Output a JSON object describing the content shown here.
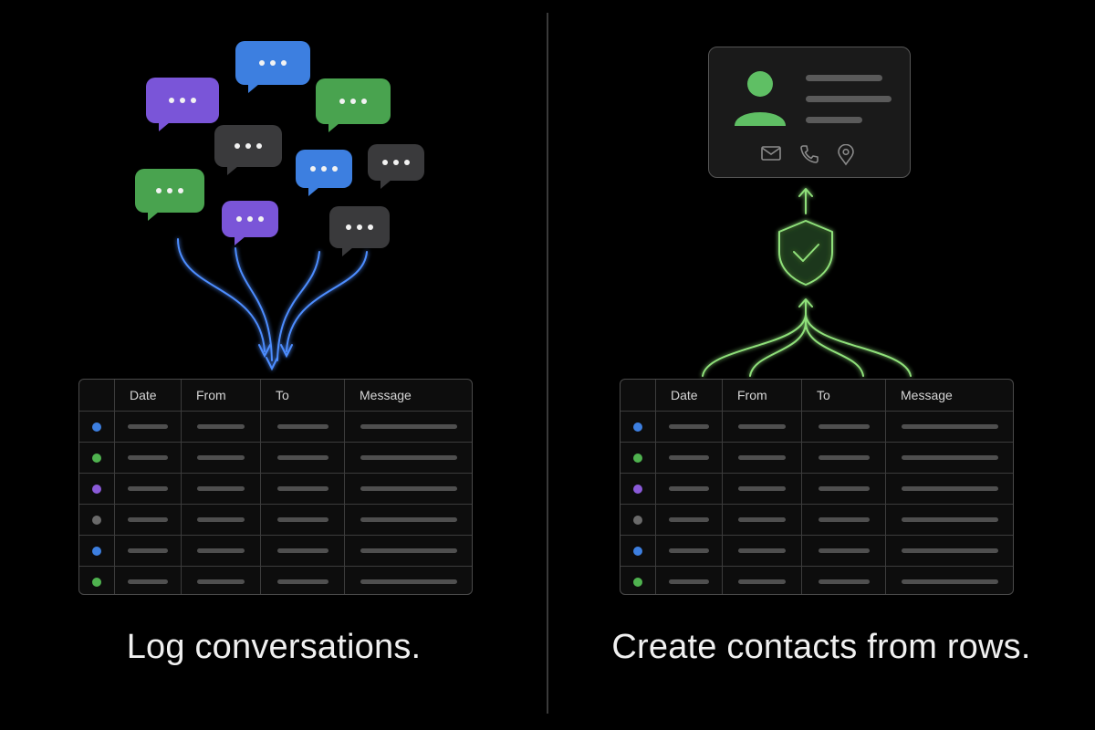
{
  "left_panel": {
    "caption": "Log conversations.",
    "table": {
      "headers": [
        "Date",
        "From",
        "To",
        "Message"
      ],
      "row_dots": [
        "blue",
        "green",
        "purple",
        "gray",
        "blue",
        "green"
      ]
    },
    "bubbles": [
      {
        "color": "#3d7fe0"
      },
      {
        "color": "#7a55d8"
      },
      {
        "color": "#49a34f"
      },
      {
        "color": "#3a3a3c"
      },
      {
        "color": "#3d7fe0"
      },
      {
        "color": "#3a3a3c"
      },
      {
        "color": "#49a34f"
      },
      {
        "color": "#7a55d8"
      },
      {
        "color": "#3a3a3c"
      }
    ]
  },
  "right_panel": {
    "caption": "Create contacts from rows.",
    "table": {
      "headers": [
        "Date",
        "From",
        "To",
        "Message"
      ],
      "row_dots": [
        "blue",
        "green",
        "purple",
        "gray",
        "blue",
        "green"
      ]
    },
    "contact_card": {
      "icons": [
        "mail-icon",
        "phone-icon",
        "location-pin-icon"
      ]
    },
    "shield_icon": "shield-check-icon"
  },
  "colors": {
    "blue": "#3d7fe0",
    "green": "#4fb24f",
    "purple": "#8a5ad8",
    "gray": "#6a6a6a",
    "flow_blue": "#4d8dff",
    "flow_green": "#8fe07a"
  }
}
